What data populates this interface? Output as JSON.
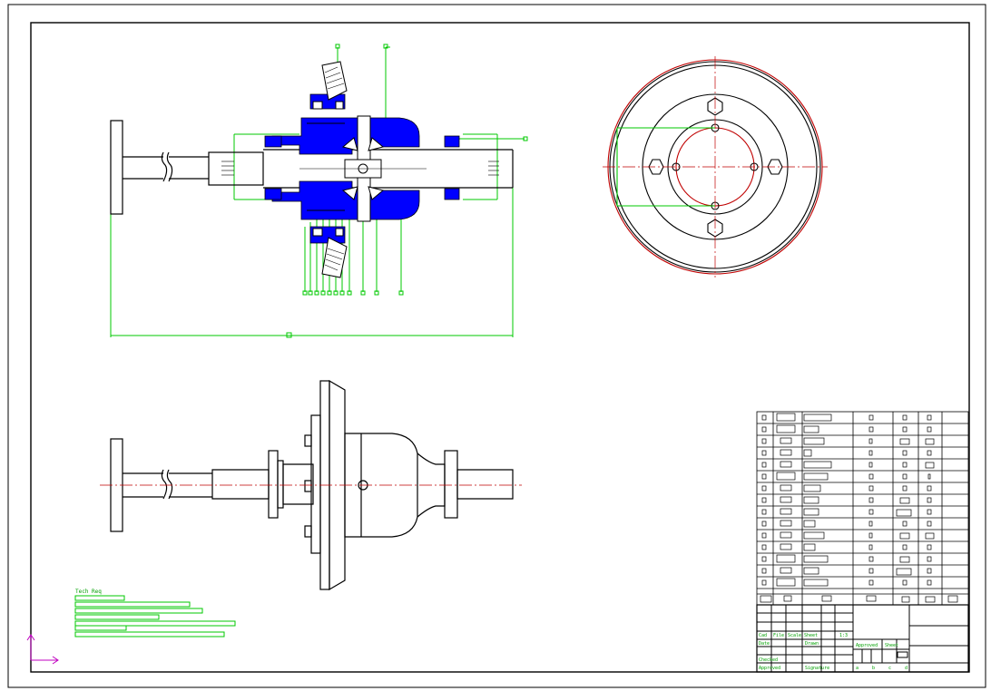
{
  "drawing": {
    "title_block": {
      "row1": [
        "Cad",
        "File",
        "Scale",
        "Sheet",
        "1:3"
      ],
      "row2": [
        "Date",
        "Drawn"
      ],
      "row3": [
        "Checked"
      ],
      "row4": [
        "Approved",
        "Signature"
      ],
      "right_labels": [
        "Approved",
        "Sheet"
      ],
      "markers": [
        "a",
        "b",
        "c",
        "d"
      ]
    },
    "notes_title": "Tech Req"
  }
}
